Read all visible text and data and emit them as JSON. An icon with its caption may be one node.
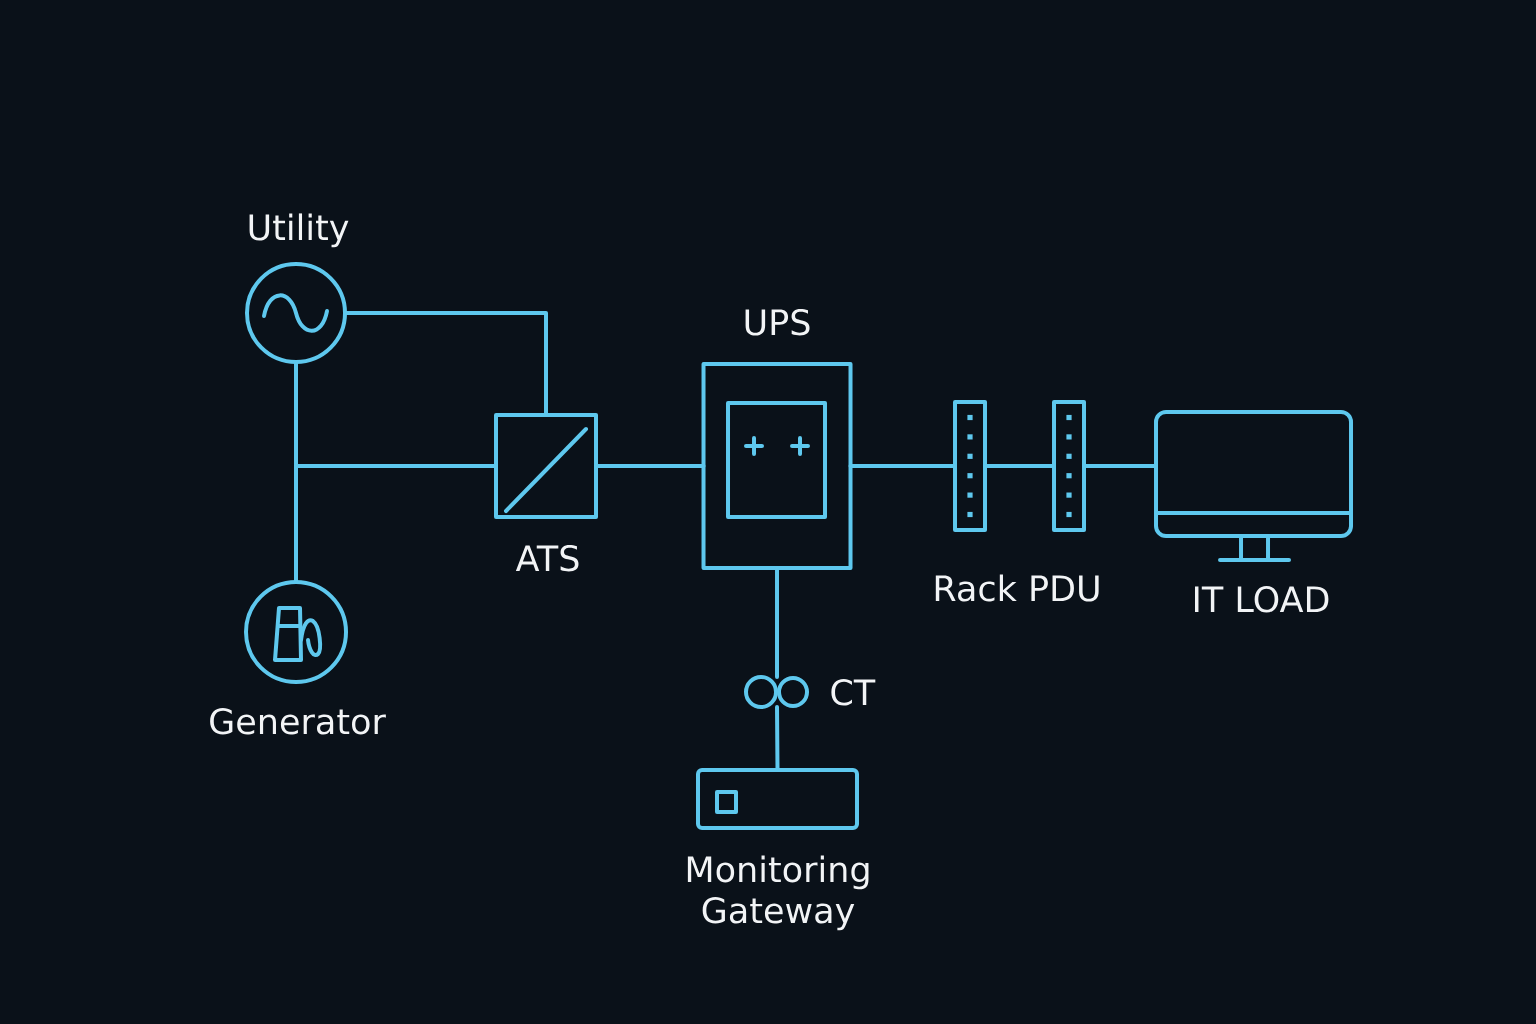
{
  "diagram": {
    "nodes": [
      {
        "text": [
          "Utility"
        ]
      },
      {
        "text": [
          "Generator"
        ]
      },
      {
        "text": [
          "ATS"
        ]
      },
      {
        "text": [
          "UPS"
        ]
      },
      {
        "text": [],
        "shape": "bar"
      },
      {
        "text": [],
        "shape": "bar"
      },
      {
        "text": [
          "IT LOAD"
        ]
      },
      {
        "text": [
          "CT"
        ]
      },
      {
        "text": [
          "Monitoring Gateway"
        ]
      }
    ],
    "edges": [
      {
        "from": 0,
        "to": 2,
        "arrow": "none"
      },
      {
        "from": 1,
        "to": 2,
        "arrow": "none"
      },
      {
        "from": 0,
        "to": 1,
        "arrow": "none"
      },
      {
        "from": 2,
        "to": 3,
        "arrow": "none"
      },
      {
        "from": 3,
        "to": 4,
        "arrow": "none"
      },
      {
        "from": 4,
        "to": 5,
        "arrow": "none"
      },
      {
        "from": 5,
        "to": 6,
        "arrow": "none"
      },
      {
        "from": 3,
        "to": 7,
        "arrow": "none"
      },
      {
        "from": 7,
        "to": 8,
        "arrow": "none"
      }
    ],
    "labels": [
      "Rack PDU"
    ]
  }
}
